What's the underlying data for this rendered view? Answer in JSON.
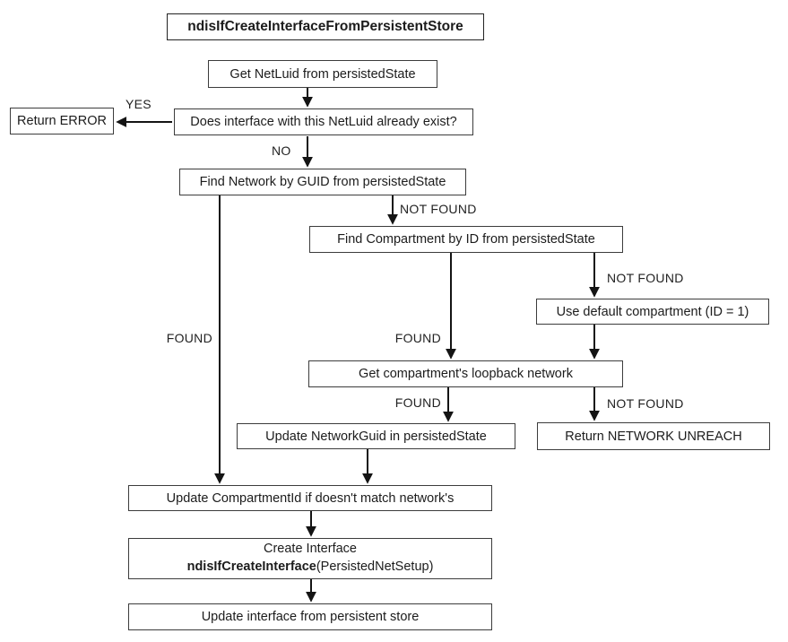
{
  "diagram": {
    "title": "ndisIfCreateInterfaceFromPersistentStore",
    "type": "flowchart",
    "colors": {
      "background": "#ffffff",
      "box_border": "#3c3c3c",
      "box_fill": "#ffffff",
      "text": "#1c1c1c",
      "arrow": "#141414"
    },
    "nodes": {
      "title": "ndisIfCreateInterfaceFromPersistentStore",
      "get_netluid": "Get NetLuid from persistedState",
      "return_error": "Return ERROR",
      "does_exist": "Does interface with this NetLuid already exist?",
      "find_network": "Find Network by GUID from persistedState",
      "find_compartment": "Find Compartment by ID from persistedState",
      "use_default_compartment": "Use default compartment (ID = 1)",
      "get_loopback": "Get compartment's loopback network",
      "update_networkguid": "Update NetworkGuid in persistedState",
      "return_unreach": "Return NETWORK UNREACH",
      "update_compartmentid": "Update CompartmentId if doesn't match network's",
      "create_interface_line1": "Create Interface",
      "create_interface_bold": "ndisIfCreateInterface",
      "create_interface_rest": "(PersistedNetSetup)",
      "update_interface": "Update interface from persistent store"
    },
    "edge_labels": {
      "yes": "YES",
      "no": "NO",
      "found_network": "FOUND",
      "not_found_network": "NOT FOUND",
      "found_compartment": "FOUND",
      "not_found_compartment": "NOT FOUND",
      "found_loopback": "FOUND",
      "not_found_loopback": "NOT FOUND"
    }
  }
}
